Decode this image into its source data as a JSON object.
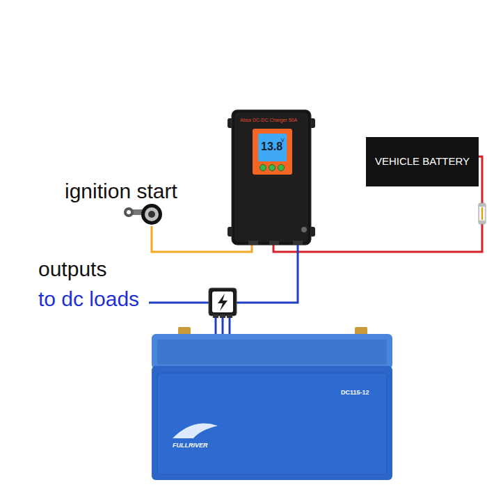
{
  "diagram": {
    "nodes": [
      {
        "text": [
          "Absa DC-DC Charger 50A",
          "13.8",
          "V"
        ]
      },
      {
        "text": [
          "VEHICLE BATTERY"
        ]
      },
      {
        "text": [
          "ignition start"
        ]
      },
      {
        "text": [
          "DC115-12",
          "FULLRIVER"
        ]
      }
    ],
    "edges": [
      {
        "from": 1,
        "to": 0,
        "arrow": "none"
      },
      {
        "from": 2,
        "to": 0,
        "arrow": "none"
      },
      {
        "from": 0,
        "to": 3,
        "arrow": "none"
      }
    ],
    "labels": [
      "outputs",
      "to dc loads"
    ]
  }
}
